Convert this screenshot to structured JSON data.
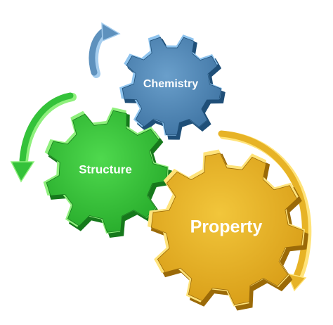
{
  "gears": [
    {
      "id": "chemistry",
      "label": "Chemistry",
      "color": "#4f86b5",
      "edge": "#8fc4ee",
      "shadow": "#1f4f78"
    },
    {
      "id": "structure",
      "label": "Structure",
      "color": "#36c23a",
      "edge": "#8ff07d",
      "shadow": "#16791c"
    },
    {
      "id": "property",
      "label": "Property",
      "color": "#e7b326",
      "edge": "#ffe37a",
      "shadow": "#9b6a08"
    }
  ],
  "arrows": [
    {
      "id": "blue",
      "color": "#5e91bd",
      "edge": "#a5cdee"
    },
    {
      "id": "green",
      "color": "#34c23a",
      "edge": "#8ff07d"
    },
    {
      "id": "yellow",
      "color": "#e7b326",
      "edge": "#ffe37a"
    }
  ]
}
